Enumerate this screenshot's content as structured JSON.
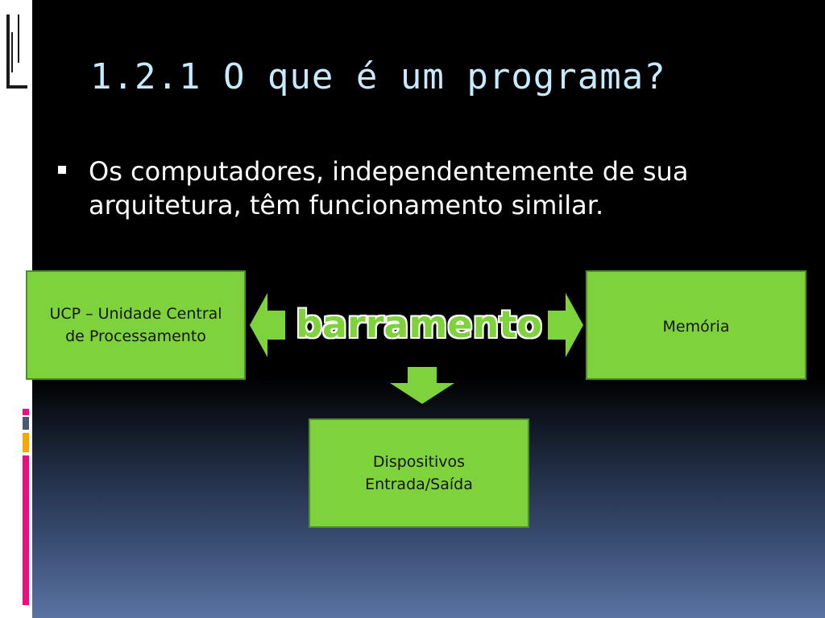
{
  "slide": {
    "title": "1.2.1 O que é um programa?",
    "bullet": "Os computadores, independentemente de sua arquitetura, têm funcionamento similar."
  },
  "diagram": {
    "bus_label": "barramento",
    "boxes": {
      "ucp": "UCP – Unidade Central\nde Processamento",
      "memory": "Memória",
      "devices": "Dispositivos\nEntrada/Saída"
    }
  },
  "colors": {
    "title": "#c6eaff",
    "box_fill": "#7ed23c",
    "box_border": "#4e8f24",
    "accent_pink": "#e8117f",
    "accent_orange": "#f5a800",
    "accent_slate": "#4a5a70"
  }
}
